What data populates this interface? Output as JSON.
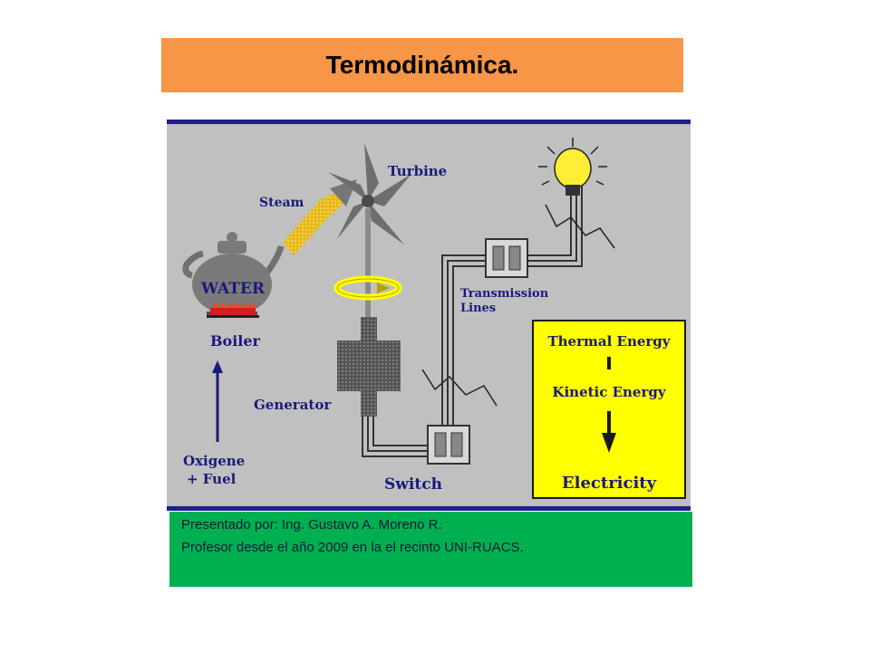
{
  "title": "Termodinámica.",
  "diagram": {
    "labels": {
      "steam": "Steam",
      "turbine": "Turbine",
      "water": "WATER",
      "boiler": "Boiler",
      "generator": "Generator",
      "transmission_line1": "Transmission",
      "transmission_line2": "Lines",
      "switch": "Switch",
      "fuel_line1": "Oxigene",
      "fuel_line2": "+ Fuel"
    },
    "energy_box": {
      "step1": "Thermal Energy",
      "step2": "Kinetic Energy",
      "step3": "Electricity"
    },
    "colors": {
      "background": "#c0c0c0",
      "border": "#1f1f8f",
      "label": "#1a1a7a",
      "energy_box": "#ffff00",
      "steam": "#f0c020"
    }
  },
  "footer": {
    "line1": "Presentado por:  Ing. Gustavo A. Moreno R.",
    "line2": "Profesor desde el año 2009 en la el recinto UNI-RUACS."
  }
}
